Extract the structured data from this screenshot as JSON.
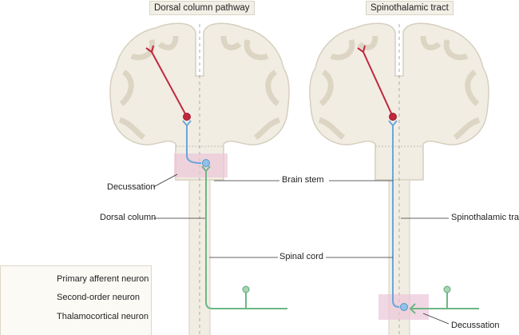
{
  "panels": [
    {
      "title": "Dorsal column pathway"
    },
    {
      "title": "Spinothalamic tract"
    }
  ],
  "labels": {
    "decussation_left": "Decussation",
    "dorsal_column": "Dorsal column",
    "brain_stem": "Brain stem",
    "spinal_cord": "Spinal cord",
    "spinothalamic_tract": "Spinothalamic tract",
    "decussation_right": "Decussation"
  },
  "legend": [
    {
      "label": "Primary afferent neuron",
      "color": "#6db784"
    },
    {
      "label": "Second-order neuron",
      "color": "#6aa6da"
    },
    {
      "label": "Thalamocortical neuron",
      "color": "#c0283e"
    }
  ],
  "colors": {
    "brain": "#f1ede3",
    "brain_outline": "#d6cfbf",
    "gyri": "#e4ddcc",
    "decussation_highlight": "#ebc6d8"
  }
}
